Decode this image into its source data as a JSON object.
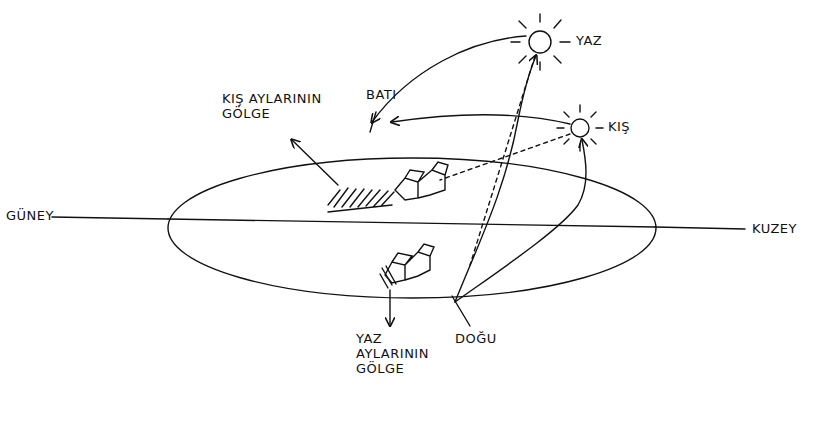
{
  "diagram": {
    "labels": [
      "YAZ",
      "KIŞ",
      "BATI",
      "KIŞ AYLARININ GÖLGE",
      "GÜNEY",
      "KUZEY",
      "YAZ AYLARININ GÖLGE",
      "DOĞU"
    ]
  }
}
